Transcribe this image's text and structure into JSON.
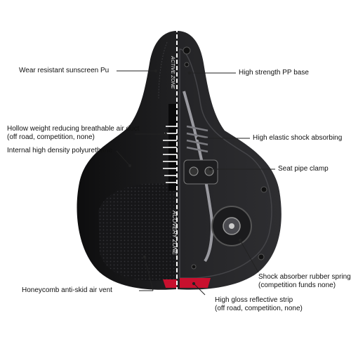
{
  "colors": {
    "background": "#ffffff",
    "saddle": "#1b1b1d",
    "base": "#2a2a2c",
    "reflector": "#c8102e",
    "leader_line": "#222222"
  },
  "labels": {
    "sunscreen": "Wear resistant sunscreen Pu",
    "pp_base": "High strength PP base",
    "air_duct_1": "Hollow weight reducing breathable air duct",
    "air_duct_2": "(off road, competition, none)",
    "shock_absorbing": "High elastic shock absorbing",
    "polyurethane": "Internal high density polyurethane",
    "seat_clamp": "Seat pipe clamp",
    "rubber_spring_1": "Shock absorber rubber spring",
    "rubber_spring_2": "(competition funds none)",
    "honeycomb": "Honeycomb anti-skid air vent",
    "reflective_1": "High gloss reflective strip",
    "reflective_2": "(off road, competition, none)"
  },
  "saddle_text": {
    "nose_logo": "ACTIVE ZONE",
    "rear_logo": "ACOVERY ZONE"
  }
}
